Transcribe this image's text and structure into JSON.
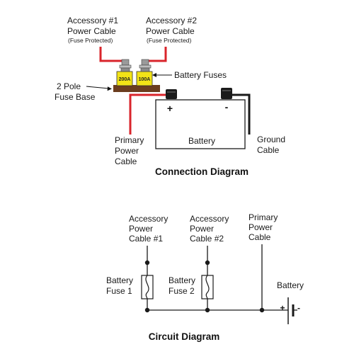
{
  "connection": {
    "accessory1": [
      "Accessory #1",
      "Power Cable",
      "(Fuse Protected)"
    ],
    "accessory2": [
      "Accessory #2",
      "Power Cable",
      "(Fuse Protected)"
    ],
    "fuse_base": [
      "2 Pole",
      "Fuse Base"
    ],
    "battery_fuses": "Battery Fuses",
    "fuse1_rating": "200A",
    "fuse2_rating": "100A",
    "primary": [
      "Primary",
      "Power",
      "Cable"
    ],
    "battery": "Battery",
    "plus": "+",
    "minus": "-",
    "ground": [
      "Ground",
      "Cable"
    ],
    "title": "Connection Diagram"
  },
  "circuit": {
    "acc1": [
      "Accessory",
      "Power",
      "Cable #1"
    ],
    "acc2": [
      "Accessory",
      "Power",
      "Cable #2"
    ],
    "primary": [
      "Primary",
      "Power",
      "Cable"
    ],
    "fuse1": [
      "Battery",
      "Fuse 1"
    ],
    "fuse2": [
      "Battery",
      "Fuse 2"
    ],
    "battery": "Battery",
    "plus": "+",
    "minus": "-",
    "title": "Circuit Diagram"
  },
  "colors": {
    "red_cable": "#d9242b",
    "black_cable": "#1a1a1a",
    "fuse_yellow": "#f2e317",
    "fuse_base": "#6b3d1f"
  }
}
